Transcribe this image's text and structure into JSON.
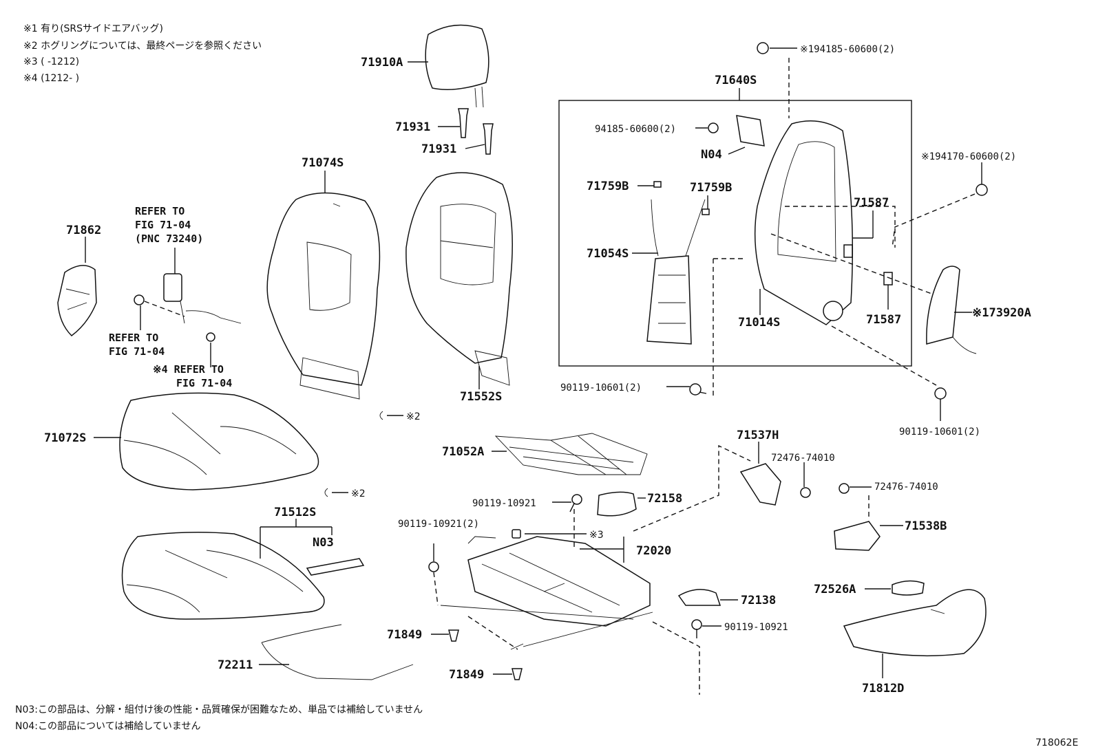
{
  "header_notes": [
    "※1 有り(SRSサイドエアバッグ)",
    "※2 ホグリングについては、最終ページを参照ください",
    "※3 (      -1212)",
    "※4 (1212-      )"
  ],
  "footer_notes": [
    "N03:この部品は、分解・組付け後の性能・品質確保が困難なため、単品では補給していません",
    "N04:この部品については補給していません"
  ],
  "figure_code": "718062E",
  "labels": {
    "p71910A": "71910A",
    "p71931a": "71931",
    "p71931b": "71931",
    "p71074S": "71074S",
    "p71552S": "71552S",
    "p71862": "71862",
    "p71072S": "71072S",
    "p71512S": "71512S",
    "pN03": "N03",
    "p72211": "72211",
    "p71052A": "71052A",
    "p90119_10921a": "90119-10921",
    "p90119_10921_2": "90119-10921(2)",
    "p72158": "72158",
    "p72020": "72020",
    "p71849a": "71849",
    "p71849b": "71849",
    "p72138": "72138",
    "p90119_10921b": "90119-10921",
    "p71640S": "71640S",
    "p94185": "94185-60600(2)",
    "pN04": "N04",
    "p71759B_a": "71759B",
    "p71759B_b": "71759B",
    "p71054S": "71054S",
    "p71014S": "71014S",
    "p71587a": "71587",
    "p71587b": "71587",
    "p194185": "※194185-60600(2)",
    "p194170": "※194170-60600(2)",
    "p73920A": "※173920A",
    "p90119_10601a": "90119-10601(2)",
    "p90119_10601b": "90119-10601(2)",
    "p71537H": "71537H",
    "p72476a": "72476-74010",
    "p72476b": "72476-74010",
    "p71538B": "71538B",
    "p72526A": "72526A",
    "p71812D": "71812D",
    "m2a": "※2",
    "m2b": "※2",
    "m3": "※3"
  },
  "refer": {
    "r1a": "REFER TO",
    "r1b": "FIG 71-04",
    "r1c": "(PNC 73240)",
    "r2a": "REFER TO",
    "r2b": "FIG 71-04",
    "r3a": "※4 REFER TO",
    "r3b": "FIG 71-04"
  }
}
